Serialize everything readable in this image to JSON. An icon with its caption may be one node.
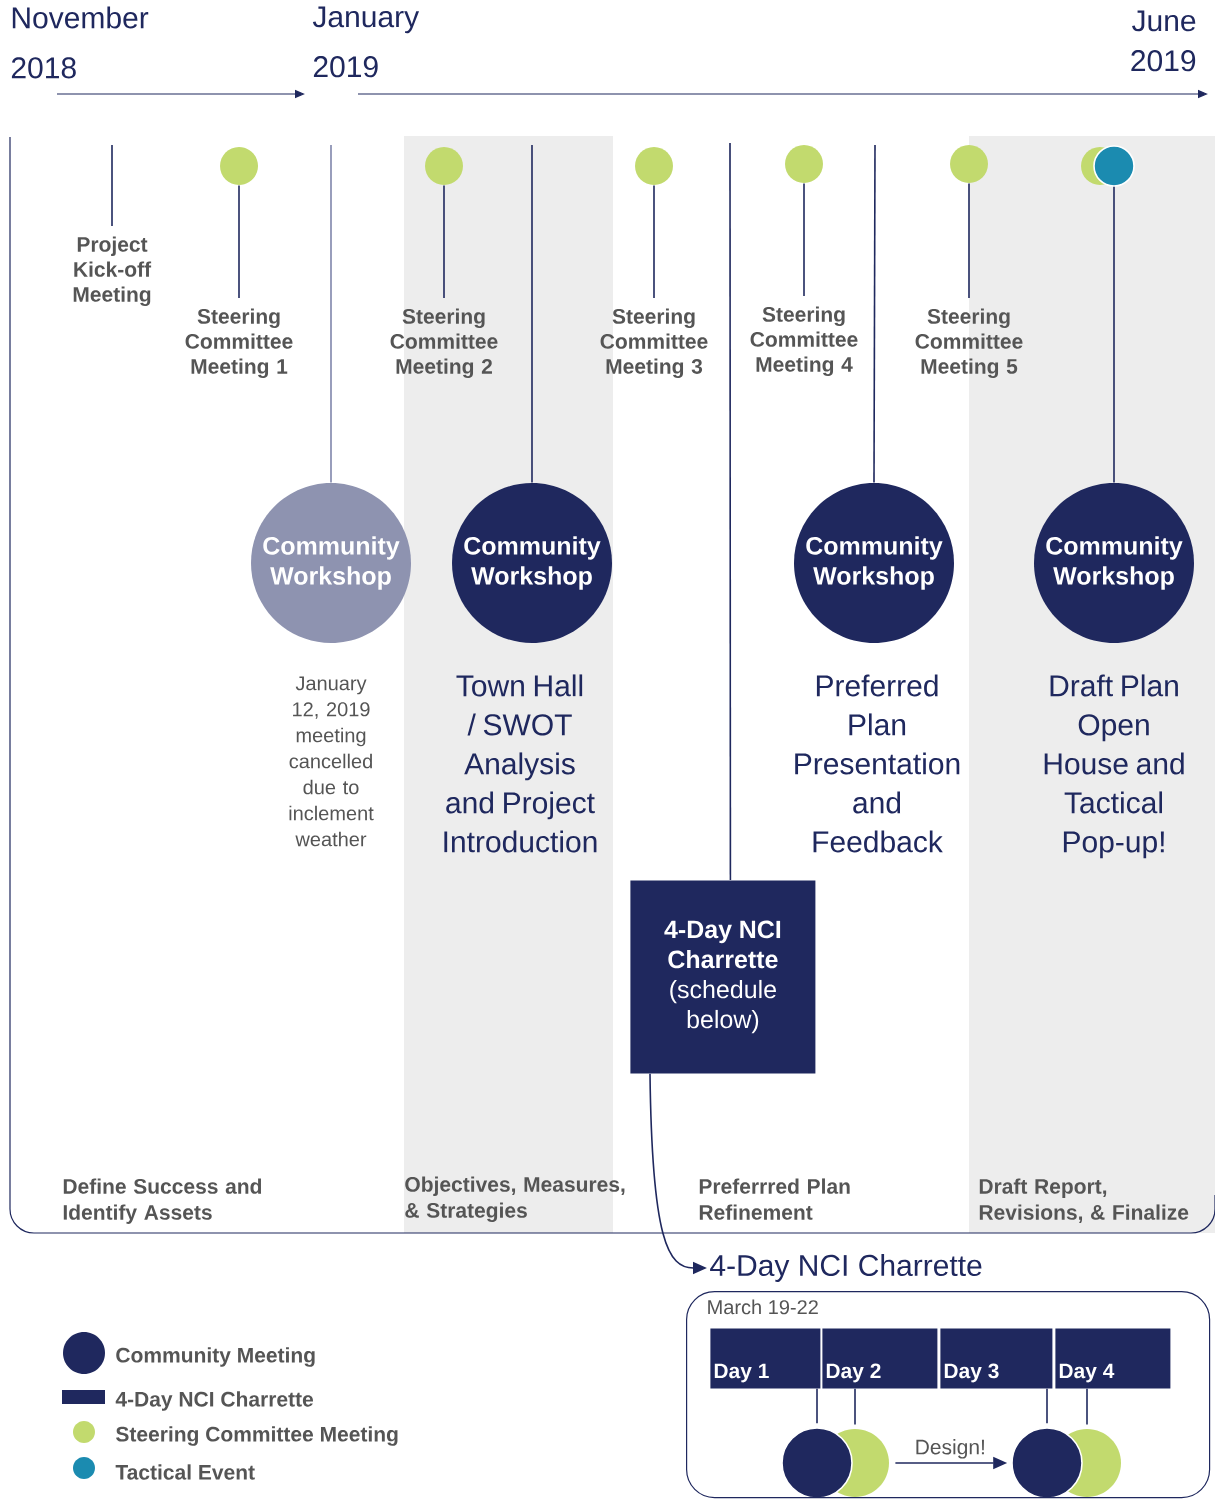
{
  "diagram": {
    "nodes": [
      {
        "text": [
          "Project Kick-off Meeting"
        ]
      },
      {
        "text": [],
        "shape": "circle"
      },
      {
        "text": [
          "Steering Committee Meeting 1"
        ]
      },
      {
        "text": [],
        "shape": "circle"
      },
      {
        "text": [
          "Steering Committee Meeting 2"
        ]
      },
      {
        "text": [],
        "shape": "circle"
      },
      {
        "text": [
          "Steering Committee Meeting 3"
        ]
      },
      {
        "text": [],
        "shape": "circle"
      },
      {
        "text": [
          "Steering Committee Meeting 4"
        ]
      },
      {
        "text": [],
        "shape": "circle"
      },
      {
        "text": [
          "Steering Committee Meeting 5"
        ]
      },
      {
        "text": [
          "Community Workshop"
        ],
        "beside": [
          "January 12, 2019 meeting cancelled due to inclement weather"
        ]
      },
      {
        "text": [
          "Community Workshop"
        ],
        "beside": [
          "Town Hall / SWOT Analysis and Project Introduction"
        ]
      },
      {
        "text": [
          "4-Day NCI Charrette",
          "(schedule below)"
        ]
      },
      {
        "text": [
          "Community Workshop"
        ],
        "beside": [
          "Preferred Plan Presentation and Feedback"
        ]
      },
      {
        "text": [],
        "shape": "circle"
      },
      {
        "text": [],
        "shape": "circle"
      },
      {
        "text": [
          "Community Workshop"
        ],
        "beside": [
          "Draft Plan Open House and Tactical Pop-up!"
        ]
      },
      {
        "text": [
          "4-Day NCI Charrette"
        ]
      },
      {
        "text": [
          "March 19-22"
        ]
      },
      {
        "text": [
          "Day 1"
        ],
        "in": 19
      },
      {
        "text": [
          "Day 2"
        ],
        "in": 19
      },
      {
        "text": [
          "Day 3"
        ],
        "in": 19
      },
      {
        "text": [
          "Day 4"
        ],
        "in": 19
      },
      {
        "text": [],
        "shape": "circle",
        "in": 19
      },
      {
        "text": [],
        "shape": "circle",
        "in": 19
      },
      {
        "text": [],
        "shape": "circle",
        "in": 19
      },
      {
        "text": [],
        "shape": "circle",
        "in": 19
      }
    ],
    "edges": [
      {
        "from": null,
        "to": 0,
        "arrow": "none"
      },
      {
        "from": 1,
        "to": 2,
        "arrow": "none"
      },
      {
        "from": 3,
        "to": 4,
        "arrow": "none"
      },
      {
        "from": 5,
        "to": 6,
        "arrow": "none"
      },
      {
        "from": 7,
        "to": 8,
        "arrow": "none"
      },
      {
        "from": 9,
        "to": 10,
        "arrow": "none"
      },
      {
        "from": null,
        "to": 11,
        "arrow": "none",
        "color": "#7f86ab"
      },
      {
        "from": null,
        "to": 12,
        "arrow": "none"
      },
      {
        "from": null,
        "to": 13,
        "arrow": "none"
      },
      {
        "from": null,
        "to": 14,
        "arrow": "none"
      },
      {
        "from": 16,
        "to": 17,
        "arrow": "none"
      },
      {
        "from": 13,
        "to": 18,
        "arrow": "to"
      },
      {
        "from": 20,
        "to": 24,
        "arrow": "none"
      },
      {
        "from": 21,
        "to": 25,
        "arrow": "none"
      },
      {
        "from": 22,
        "to": 26,
        "arrow": "none"
      },
      {
        "from": 23,
        "to": 27,
        "arrow": "none"
      },
      {
        "from": 25,
        "to": 26,
        "arrow": "to",
        "label": "Design!"
      }
    ],
    "labels": [
      "November 2018",
      "January 2019",
      "June 2019",
      "Define Success and Identify Assets",
      "Objectives, Measures, & Strategies",
      "Preferrred Plan Refinement",
      "Draft Report, Revisions, & Finalize"
    ],
    "legend": [
      {
        "text": "Community Meeting",
        "color": "#1f285e"
      },
      {
        "text": "4-Day NCI Charrette",
        "color": "#1f285e"
      },
      {
        "text": "Steering Committee Meeting",
        "color": "#c2da6e"
      },
      {
        "text": "Tactical Event",
        "color": "#1b8bb0"
      }
    ]
  }
}
